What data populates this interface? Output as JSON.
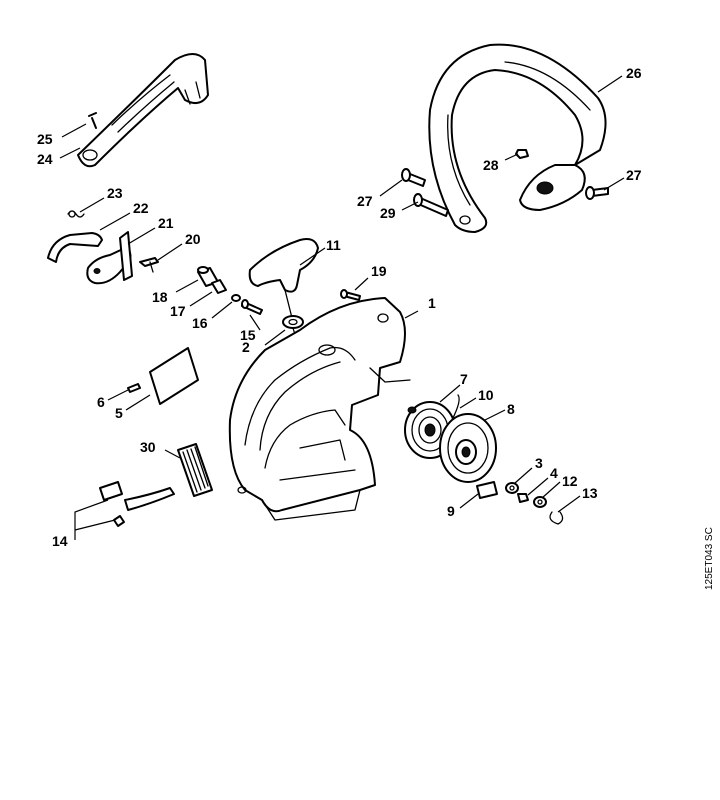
{
  "diagram": {
    "drawing_code": "125ET043 SC",
    "callouts": [
      "1",
      "2",
      "3",
      "4",
      "5",
      "6",
      "7",
      "8",
      "9",
      "10",
      "11",
      "12",
      "13",
      "14",
      "15",
      "16",
      "17",
      "18",
      "19",
      "20",
      "21",
      "22",
      "23",
      "24",
      "25",
      "26",
      "27",
      "27",
      "28",
      "29",
      "30"
    ]
  }
}
